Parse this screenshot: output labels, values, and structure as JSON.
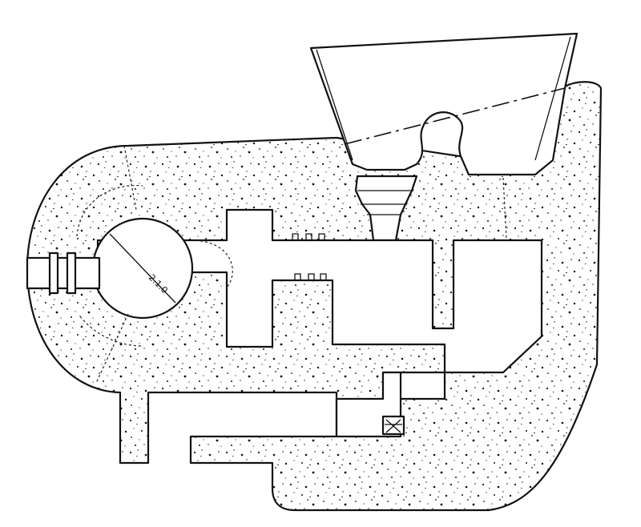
{
  "diagram": {
    "dimension_label": "2.1.0",
    "colors": {
      "ink": "#111111",
      "paper": "#ffffff"
    },
    "regions": [
      "concrete-mass",
      "embrasure-opening",
      "observation-dome-chamber",
      "entrance-corridor",
      "rear-rooms",
      "gun-port-tube"
    ]
  }
}
